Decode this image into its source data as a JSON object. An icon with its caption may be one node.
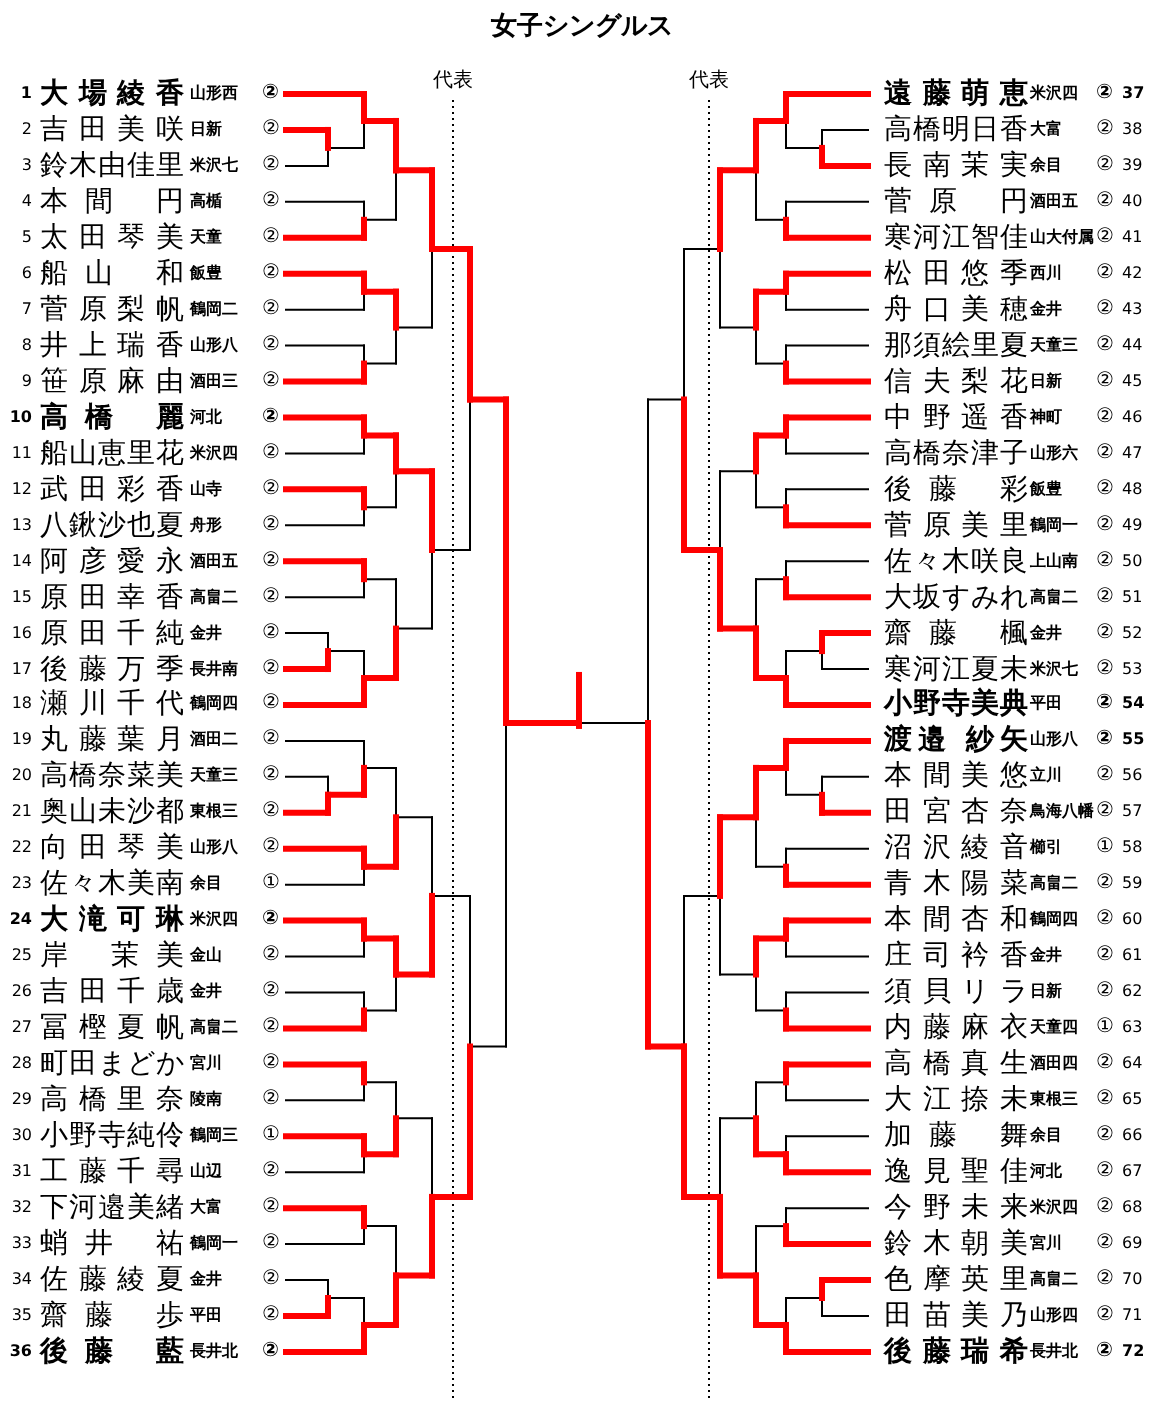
{
  "diagram": {
    "title": "女子シングルス",
    "nodes": [
      {
        "text": [
          "1",
          "大場綾香",
          "山形西",
          "②"
        ]
      },
      {
        "text": [
          "2",
          "吉田美咲",
          "日新",
          "②"
        ]
      },
      {
        "text": [
          "3",
          "鈴木由佳里",
          "米沢七",
          "②"
        ]
      },
      {
        "text": [
          "4",
          "本間 円",
          "高楯",
          "②"
        ]
      },
      {
        "text": [
          "5",
          "太田琴美",
          "天童",
          "②"
        ]
      },
      {
        "text": [
          "6",
          "船山 和",
          "飯豊",
          "②"
        ]
      },
      {
        "text": [
          "7",
          "菅原梨帆",
          "鶴岡二",
          "②"
        ]
      },
      {
        "text": [
          "8",
          "井上瑞香",
          "山形八",
          "②"
        ]
      },
      {
        "text": [
          "9",
          "笹原麻由",
          "酒田三",
          "②"
        ]
      },
      {
        "text": [
          "10",
          "高橋 麗",
          "河北",
          "②"
        ]
      },
      {
        "text": [
          "11",
          "船山恵里花",
          "米沢四",
          "②"
        ]
      },
      {
        "text": [
          "12",
          "武田彩香",
          "山寺",
          "②"
        ]
      },
      {
        "text": [
          "13",
          "八鍬沙也夏",
          "舟形",
          "②"
        ]
      },
      {
        "text": [
          "14",
          "阿彦愛永",
          "酒田五",
          "②"
        ]
      },
      {
        "text": [
          "15",
          "原田幸香",
          "高畠二",
          "②"
        ]
      },
      {
        "text": [
          "16",
          "原田千純",
          "金井",
          "②"
        ]
      },
      {
        "text": [
          "17",
          "後藤万季",
          "長井南",
          "②"
        ]
      },
      {
        "text": [
          "18",
          "瀬川千代",
          "鶴岡四",
          "②"
        ]
      },
      {
        "text": [
          "19",
          "丸藤葉月",
          "酒田二",
          "②"
        ]
      },
      {
        "text": [
          "20",
          "高橋奈菜美",
          "天童三",
          "②"
        ]
      },
      {
        "text": [
          "21",
          "奥山未沙都",
          "東根三",
          "②"
        ]
      },
      {
        "text": [
          "22",
          "向田琴美",
          "山形八",
          "②"
        ]
      },
      {
        "text": [
          "23",
          "佐々木美南",
          "余目",
          "①"
        ]
      },
      {
        "text": [
          "24",
          "大滝可琳",
          "米沢四",
          "②"
        ]
      },
      {
        "text": [
          "25",
          "岸 茉美",
          "金山",
          "②"
        ]
      },
      {
        "text": [
          "26",
          "吉田千歳",
          "金井",
          "②"
        ]
      },
      {
        "text": [
          "27",
          "冨樫夏帆",
          "高畠二",
          "②"
        ]
      },
      {
        "text": [
          "28",
          "町田まどか",
          "宮川",
          "②"
        ]
      },
      {
        "text": [
          "29",
          "高橋里奈",
          "陵南",
          "②"
        ]
      },
      {
        "text": [
          "30",
          "小野寺純伶",
          "鶴岡三",
          "①"
        ]
      },
      {
        "text": [
          "31",
          "工藤千尋",
          "山辺",
          "②"
        ]
      },
      {
        "text": [
          "32",
          "下河邉美緒",
          "大富",
          "②"
        ]
      },
      {
        "text": [
          "33",
          "蛸井 祐",
          "鶴岡一",
          "②"
        ]
      },
      {
        "text": [
          "34",
          "佐藤綾夏",
          "金井",
          "②"
        ]
      },
      {
        "text": [
          "35",
          "齋藤 歩",
          "平田",
          "②"
        ]
      },
      {
        "text": [
          "36",
          "後藤 藍",
          "長井北",
          "②"
        ]
      },
      {
        "text": [
          "遠藤萌恵",
          "米沢四",
          "②",
          "37"
        ]
      },
      {
        "text": [
          "高橋明日香",
          "大富",
          "②",
          "38"
        ]
      },
      {
        "text": [
          "長南茉実",
          "余目",
          "②",
          "39"
        ]
      },
      {
        "text": [
          "菅原 円",
          "酒田五",
          "②",
          "40"
        ]
      },
      {
        "text": [
          "寒河江智佳",
          "山大付属",
          "②",
          "41"
        ]
      },
      {
        "text": [
          "松田悠季",
          "西川",
          "②",
          "42"
        ]
      },
      {
        "text": [
          "舟口美穂",
          "金井",
          "②",
          "43"
        ]
      },
      {
        "text": [
          "那須絵里夏",
          "天童三",
          "②",
          "44"
        ]
      },
      {
        "text": [
          "信夫梨花",
          "日新",
          "②",
          "45"
        ]
      },
      {
        "text": [
          "中野遥香",
          "神町",
          "②",
          "46"
        ]
      },
      {
        "text": [
          "高橋奈津子",
          "山形六",
          "②",
          "47"
        ]
      },
      {
        "text": [
          "後藤 彩",
          "飯豊",
          "②",
          "48"
        ]
      },
      {
        "text": [
          "菅原美里",
          "鶴岡一",
          "②",
          "49"
        ]
      },
      {
        "text": [
          "佐々木咲良",
          "上山南",
          "②",
          "50"
        ]
      },
      {
        "text": [
          "大坂すみれ",
          "高畠二",
          "②",
          "51"
        ]
      },
      {
        "text": [
          "齋藤 楓",
          "金井",
          "②",
          "52"
        ]
      },
      {
        "text": [
          "寒河江夏未",
          "米沢七",
          "②",
          "53"
        ]
      },
      {
        "text": [
          "小野寺美典",
          "平田",
          "②",
          "54"
        ]
      },
      {
        "text": [
          "渡邉 紗矢",
          "山形八",
          "②",
          "55"
        ]
      },
      {
        "text": [
          "本間美悠",
          "立川",
          "②",
          "56"
        ]
      },
      {
        "text": [
          "田宮杏奈",
          "鳥海八幡",
          "②",
          "57"
        ]
      },
      {
        "text": [
          "沼沢綾音",
          "櫛引",
          "①",
          "58"
        ]
      },
      {
        "text": [
          "青木陽菜",
          "高畠二",
          "②",
          "59"
        ]
      },
      {
        "text": [
          "本間杏和",
          "鶴岡四",
          "②",
          "60"
        ]
      },
      {
        "text": [
          "庄司衿香",
          "金井",
          "②",
          "61"
        ]
      },
      {
        "text": [
          "須貝リラ",
          "日新",
          "②",
          "62"
        ]
      },
      {
        "text": [
          "内藤麻衣",
          "天童四",
          "①",
          "63"
        ]
      },
      {
        "text": [
          "高橋真生",
          "酒田四",
          "②",
          "64"
        ]
      },
      {
        "text": [
          "大江捺未",
          "東根三",
          "②",
          "65"
        ]
      },
      {
        "text": [
          "加藤 舞",
          "余目",
          "②",
          "66"
        ]
      },
      {
        "text": [
          "逸見聖佳",
          "河北",
          "②",
          "67"
        ]
      },
      {
        "text": [
          "今野未来",
          "米沢四",
          "②",
          "68"
        ]
      },
      {
        "text": [
          "鈴木朝美",
          "宮川",
          "②",
          "69"
        ]
      },
      {
        "text": [
          "色摩英里",
          "高畠二",
          "②",
          "70"
        ]
      },
      {
        "text": [
          "田苗美乃",
          "山形四",
          "②",
          "71"
        ]
      },
      {
        "text": [
          "後藤瑞希",
          "長井北",
          "②",
          "72"
        ]
      }
    ],
    "labels": [
      "代表",
      "代表"
    ]
  }
}
